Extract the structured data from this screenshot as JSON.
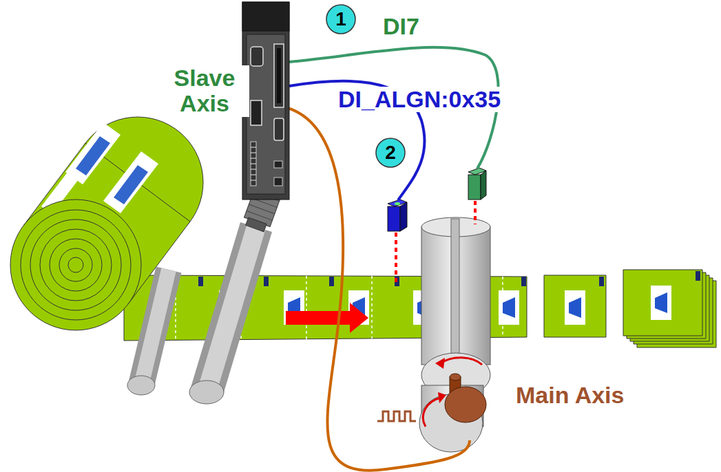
{
  "diagram": {
    "labels": [
      "1",
      "DI7",
      "Slave Axis",
      "DI_ALGN:0x35",
      "2",
      "Main Axis"
    ]
  }
}
